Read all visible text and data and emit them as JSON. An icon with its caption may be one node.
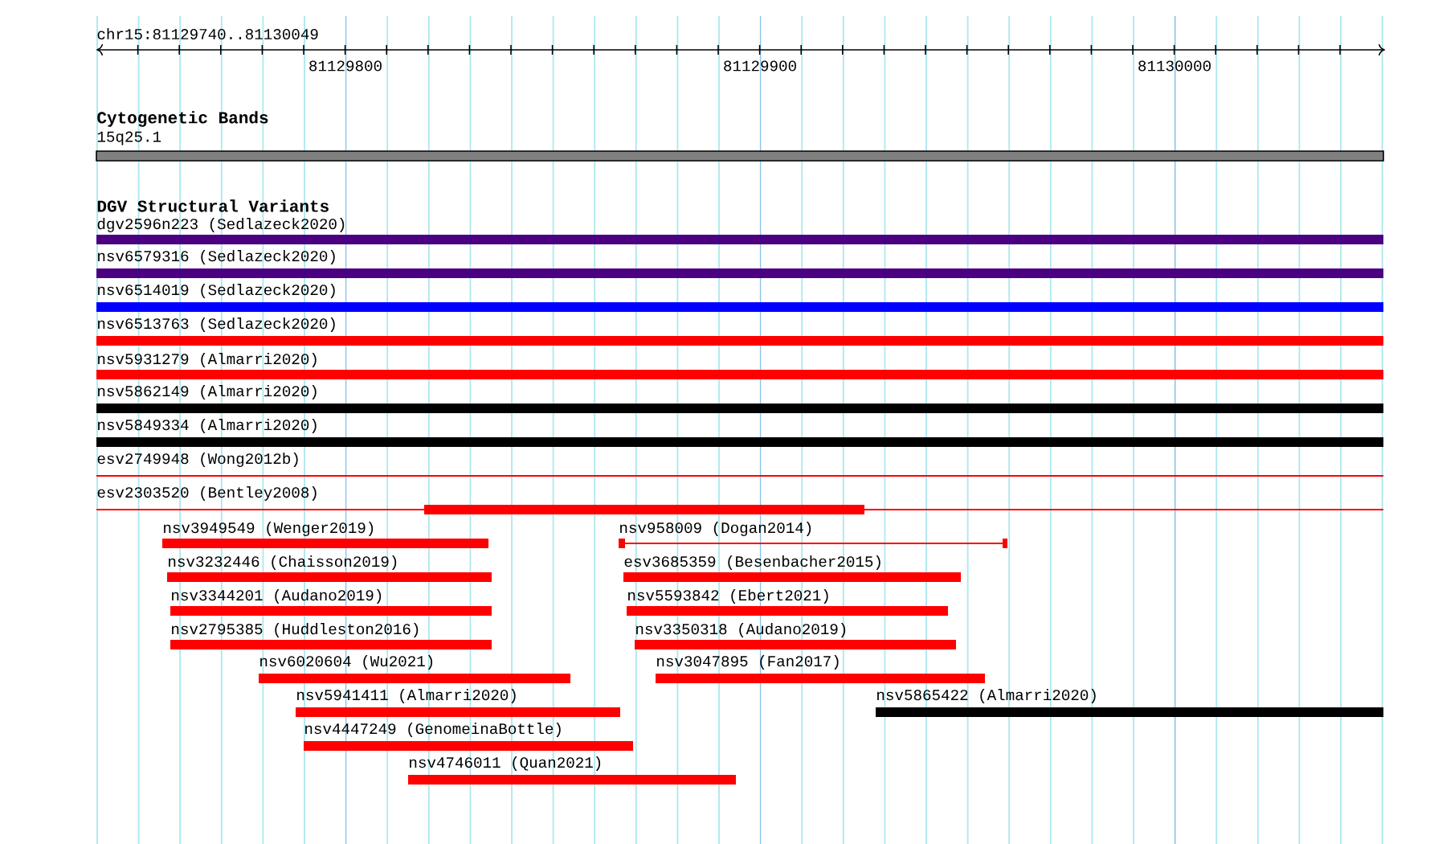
{
  "diagram": {
    "title": "chr15:81129740..81130049",
    "nodes": [
      {
        "text": [
          "15q25.1"
        ]
      },
      {
        "text": [
          "dgv2596n223 (Sedlazeck2020)"
        ]
      },
      {
        "text": [
          "nsv6579316 (Sedlazeck2020)"
        ]
      },
      {
        "text": [
          "nsv6514019 (Sedlazeck2020)"
        ]
      },
      {
        "text": [
          "nsv6513763 (Sedlazeck2020)"
        ]
      },
      {
        "text": [
          "nsv5931279 (Almarri2020)"
        ]
      },
      {
        "text": [
          "nsv5862149 (Almarri2020)"
        ]
      },
      {
        "text": [
          "nsv5849334 (Almarri2020)"
        ]
      },
      {
        "text": [
          "esv2749948 (Wong2012b)"
        ]
      },
      {
        "text": [
          "esv2303520 (Bentley2008)"
        ]
      },
      {
        "text": [
          "nsv3949549 (Wenger2019)"
        ]
      },
      {
        "text": [
          "nsv958009 (Dogan2014)"
        ]
      },
      {
        "text": [
          "nsv3232446 (Chaisson2019)"
        ]
      },
      {
        "text": [
          "esv3685359 (Besenbacher2015)"
        ]
      },
      {
        "text": [
          "nsv3344201 (Audano2019)"
        ]
      },
      {
        "text": [
          "nsv5593842 (Ebert2021)"
        ]
      },
      {
        "text": [
          "nsv2795385 (Huddleston2016)"
        ]
      },
      {
        "text": [
          "nsv3350318 (Audano2019)"
        ]
      },
      {
        "text": [
          "nsv6020604 (Wu2021)"
        ]
      },
      {
        "text": [
          "nsv3047895 (Fan2017)"
        ]
      },
      {
        "text": [
          "nsv5941411 (Almarri2020)"
        ]
      },
      {
        "text": [
          "nsv5865422 (Almarri2020)"
        ]
      },
      {
        "text": [
          "nsv4447249 (GenomeinaBottle)"
        ]
      },
      {
        "text": [
          "nsv4746011 (Quan2021)"
        ]
      }
    ],
    "labels": [
      "81129800",
      "81129900",
      "81130000",
      "Cytogenetic Bands",
      "DGV Structural Variants"
    ]
  }
}
